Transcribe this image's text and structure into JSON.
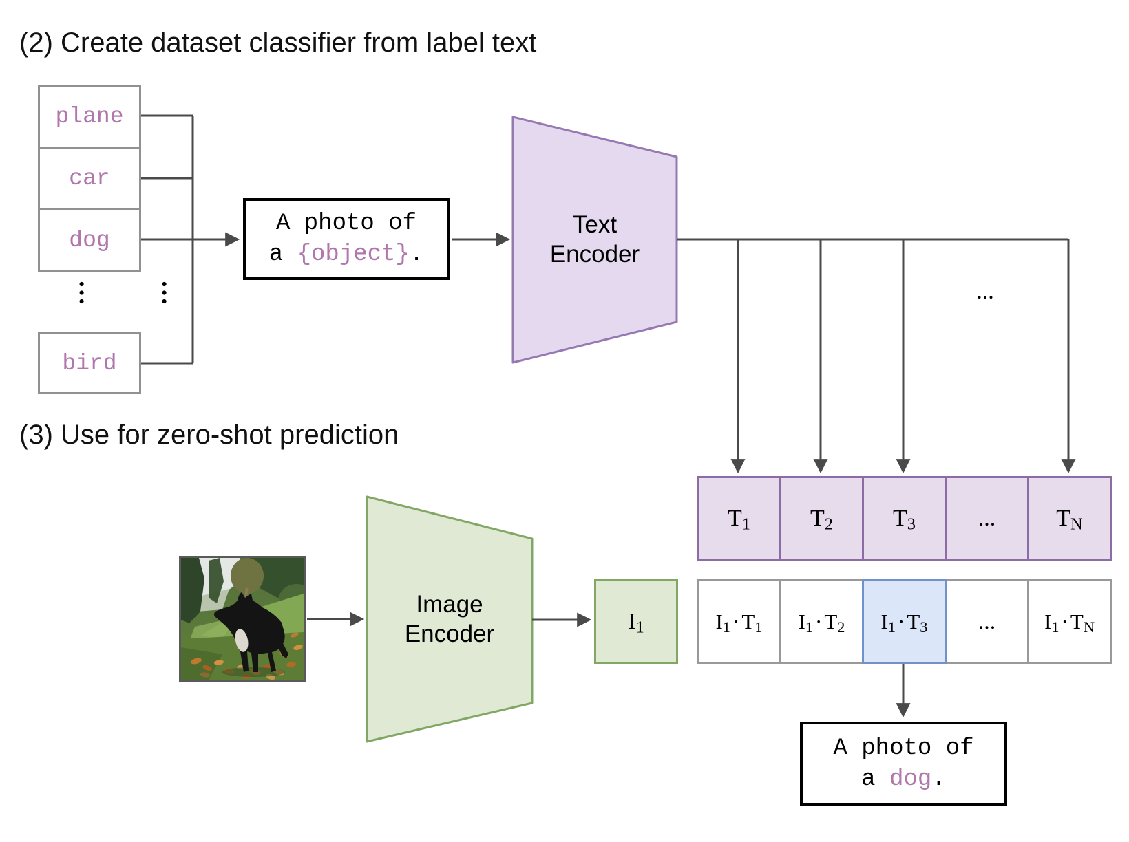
{
  "colors": {
    "purple_fill": "#e4d9ee",
    "purple_border": "#9678b2",
    "tcell_fill": "#e6dcec",
    "tcell_border": "#8d6ca6",
    "green_fill": "#dfe9d3",
    "green_border": "#82a765",
    "blue_fill": "#dbe7f8",
    "blue_border": "#7191cb",
    "box_gray_border": "#919191",
    "sim_border": "#999999",
    "plum_text": "#b077ad",
    "line_gray": "#4a4a4a",
    "text_black": "#111111"
  },
  "section2": {
    "title": "(2) Create dataset classifier from label text"
  },
  "section3": {
    "title": "(3) Use for zero-shot prediction"
  },
  "labels": {
    "items": [
      "plane",
      "car",
      "dog",
      "bird"
    ]
  },
  "ellipsis": {
    "vertical": "...",
    "horizontal": "..."
  },
  "prompt_box": {
    "line1": "A photo of",
    "line2_prefix": "a ",
    "line2_object": "{object}",
    "line2_suffix": "."
  },
  "caption_box": {
    "line1": "A photo of",
    "line2_prefix": "a ",
    "line2_object": "dog",
    "line2_suffix": "."
  },
  "text_encoder": {
    "line1": "Text",
    "line2": "Encoder"
  },
  "image_encoder": {
    "line1": "Image",
    "line2": "Encoder"
  },
  "t_row": {
    "cells": [
      {
        "base": "T",
        "sub": "1"
      },
      {
        "base": "T",
        "sub": "2"
      },
      {
        "base": "T",
        "sub": "3"
      },
      {
        "text": "..."
      },
      {
        "base": "T",
        "sub": "N"
      }
    ]
  },
  "image_embedding": {
    "base": "I",
    "sub": "1"
  },
  "similarity_row": {
    "cells": [
      {
        "base_i": "I",
        "sub_i": "1",
        "dot": "·",
        "base_t": "T",
        "sub_t": "1"
      },
      {
        "base_i": "I",
        "sub_i": "1",
        "dot": "·",
        "base_t": "T",
        "sub_t": "2"
      },
      {
        "base_i": "I",
        "sub_i": "1",
        "dot": "·",
        "base_t": "T",
        "sub_t": "3"
      },
      {
        "text": "..."
      },
      {
        "base_i": "I",
        "sub_i": "1",
        "dot": "·",
        "base_t": "T",
        "sub_t": "N"
      }
    ]
  }
}
